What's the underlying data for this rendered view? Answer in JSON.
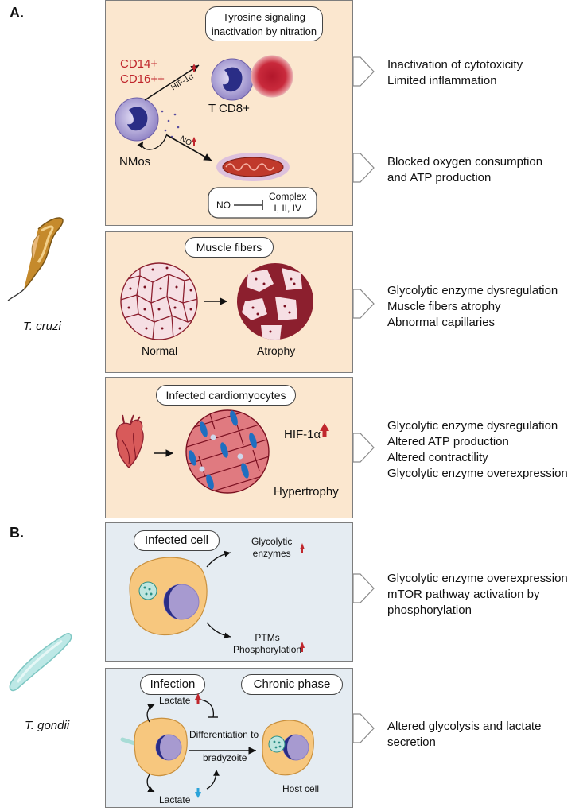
{
  "sections": {
    "a_label": "A.",
    "b_label": "B."
  },
  "organisms": {
    "tcruzi": "T. cruzi",
    "tgondii": "T. gondii"
  },
  "panel1": {
    "box_line1": "Tyrosine signaling",
    "box_line2": "inactivation by nitration",
    "cd14": "CD14+",
    "cd16": "CD16++",
    "hif": "HIF-1α",
    "tcd8": "T CD8+",
    "no_arrow": "NO",
    "nmos": "NMos",
    "no_inhib": "NO",
    "complex1": "Complex",
    "complex2": "I, II, IV"
  },
  "panel2": {
    "title": "Muscle fibers",
    "normal": "Normal",
    "atrophy": "Atrophy"
  },
  "panel3": {
    "title": "Infected cardiomyocytes",
    "hif": "HIF-1α",
    "hypertrophy": "Hypertrophy"
  },
  "panel4": {
    "title": "Infected cell",
    "glyco1": "Glycolytic",
    "glyco2": "enzymes",
    "ptm1": "PTMs",
    "ptm2": "Phosphorylation"
  },
  "panel5": {
    "infection": "Infection",
    "chronic": "Chronic phase",
    "lactate_up": "Lactate",
    "lactate_down": "Lactate",
    "diff1": "Differentiation to",
    "diff2": "bradyzoite",
    "host": "Host cell"
  },
  "outcomes": {
    "o1": [
      "Inactivation of cytotoxicity",
      "Limited inflammation"
    ],
    "o2": [
      "Blocked oxygen consumption",
      "and ATP production"
    ],
    "o3": [
      "Glycolytic enzyme dysregulation",
      "Muscle fibers atrophy",
      "Abnormal capillaries"
    ],
    "o4": [
      "Glycolytic enzyme dysregulation",
      "Altered ATP production",
      "Altered contractility",
      "Glycolytic enzyme overexpression"
    ],
    "o5": [
      "Glycolytic enzyme overexpression",
      "mTOR pathway activation by",
      "phosphorylation"
    ],
    "o6": [
      "Altered glycolysis and lactate",
      "secretion"
    ]
  },
  "colors": {
    "panel_tan": "#fbe7cf",
    "panel_blue": "#e5ecf2",
    "red_arrow": "#c0272d",
    "blue_arrow": "#2ba3d9"
  }
}
